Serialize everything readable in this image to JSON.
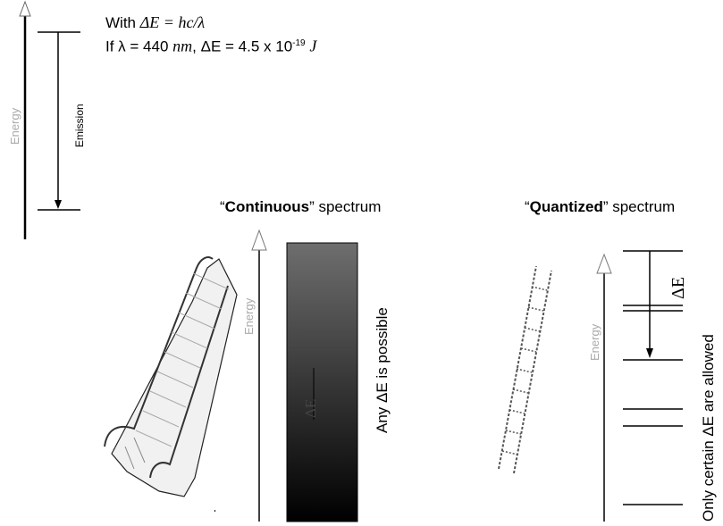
{
  "formula": {
    "line1_prefix": "With ",
    "line1_expr": "ΔE = hc/λ",
    "line2_prefix": "If λ = 440 ",
    "line2_unit": "nm",
    "line2_mid": ",   ΔE = 4.5 x 10",
    "line2_exp": "-19",
    "line2_unit2": "J"
  },
  "labels": {
    "energy": "Energy",
    "emission": "Emission",
    "delta_e": "ΔE"
  },
  "continuous": {
    "title_quote_open": "“",
    "title_bold": "Continuous",
    "title_rest": "” spectrum",
    "caption": "Any ΔE is possible"
  },
  "quantized": {
    "title_quote_open": "“",
    "title_bold": "Quantized",
    "title_rest": "” spectrum",
    "caption": "Only certain ΔE are allowed"
  },
  "colors": {
    "gradient_top": "#6e6e6e",
    "gradient_bottom": "#000000",
    "line": "#000000",
    "arrowhead_outline": "#777777"
  }
}
